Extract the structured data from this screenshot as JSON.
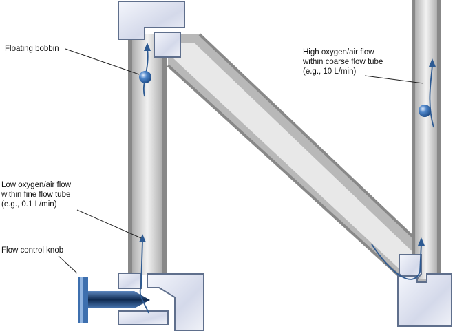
{
  "labels": {
    "bobbin": "Floating bobbin",
    "high_flow": [
      "High oxygen/air flow",
      "within coarse flow tube",
      "(e.g., 10 L/min)"
    ],
    "low_flow": [
      "Low oxygen/air flow",
      "within fine flow tube",
      "(e.g., 0.1 L/min)"
    ],
    "knob": "Flow control knob"
  },
  "colors": {
    "tube": "#c8c8c8",
    "wall": "#8f8f8f",
    "block": "#dfe3f0",
    "arrow": "#2d5a92",
    "bobbin": "#3b73b8"
  }
}
